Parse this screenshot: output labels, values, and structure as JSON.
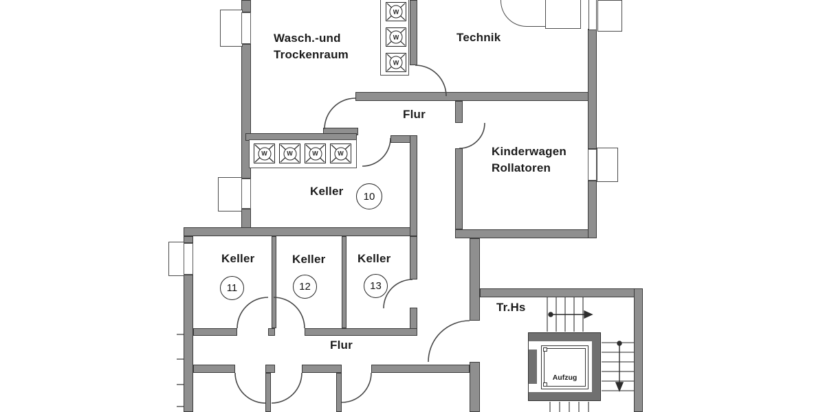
{
  "rooms": {
    "wasch": {
      "line1": "Wasch.-und",
      "line2": "Trockenraum"
    },
    "technik": {
      "label": "Technik"
    },
    "flur_mid": {
      "label": "Flur"
    },
    "kinderwagen": {
      "line1": "Kinderwagen",
      "line2": "Rollatoren"
    },
    "keller10": {
      "label": "Keller",
      "number": "10"
    },
    "keller11": {
      "label": "Keller",
      "number": "11"
    },
    "keller12": {
      "label": "Keller",
      "number": "12"
    },
    "keller13": {
      "label": "Keller",
      "number": "13"
    },
    "trhs": {
      "label": "Tr.Hs"
    },
    "flur_bottom": {
      "label": "Flur"
    },
    "aufzug": {
      "label": "Aufzug"
    }
  },
  "symbols": {
    "washer_letter": "W"
  },
  "colors": {
    "wall": "#8f8f8f",
    "wall_dark": "#707070",
    "line": "#3a3a3a",
    "text": "#1b1b1b"
  }
}
